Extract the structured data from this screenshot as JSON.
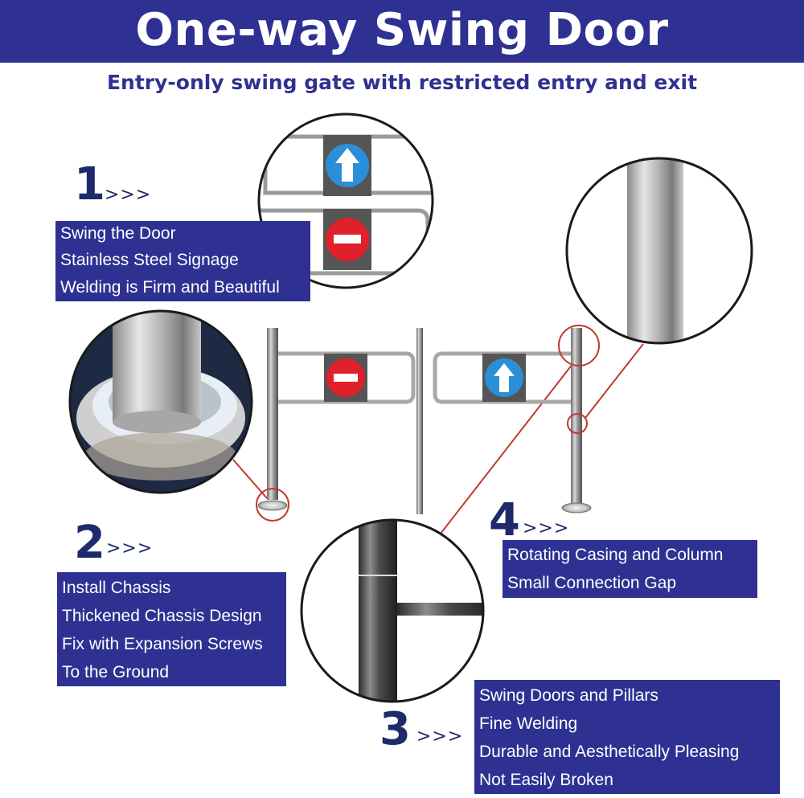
{
  "header": {
    "title": "One-way Swing Door",
    "subtitle": "Entry-only swing gate with restricted entry and exit"
  },
  "colors": {
    "brand": "#2e3192",
    "callout_line": "#c0392b",
    "sign_red": "#e0202a",
    "sign_blue": "#2a8fd6"
  },
  "features": [
    {
      "number": "1",
      "arrows": ">>>",
      "lines": [
        "Swing the Door",
        "Stainless Steel Signage",
        "Welding is Firm and Beautiful"
      ]
    },
    {
      "number": "2",
      "arrows": ">>>",
      "lines": [
        "Install Chassis",
        "Thickened Chassis Design",
        "Fix with Expansion Screws",
        "To the Ground"
      ]
    },
    {
      "number": "3",
      "arrows": ">>>",
      "lines": [
        "Swing Doors and Pillars",
        "Fine Welding",
        "Durable and Aesthetically Pleasing",
        "Not Easily Broken"
      ]
    },
    {
      "number": "4",
      "arrows": ">>>",
      "lines": [
        "Rotating Casing and Column",
        "Small Connection Gap"
      ]
    }
  ],
  "icons": [
    "up-arrow-sign-icon",
    "no-entry-sign-icon"
  ]
}
